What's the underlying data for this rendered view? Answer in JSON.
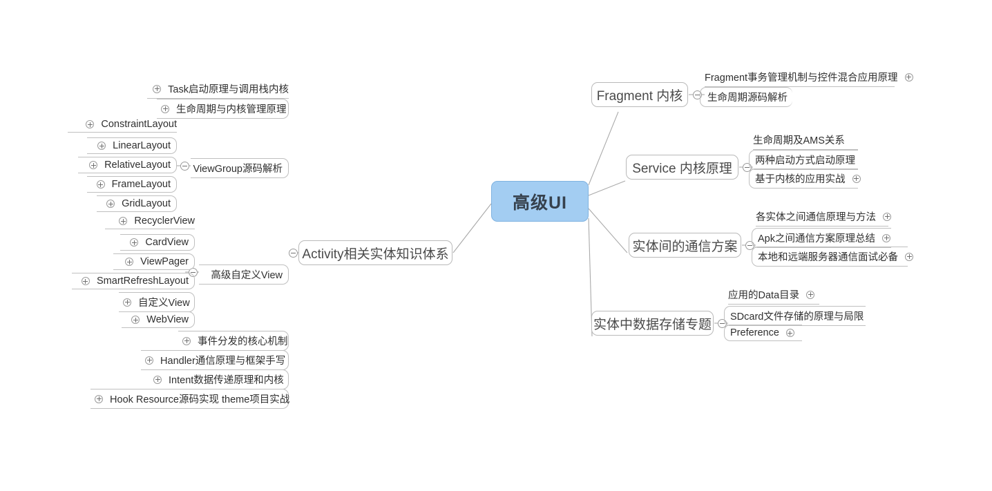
{
  "root": {
    "label": "高级UI",
    "fill": "#a3cdf2",
    "border": "#7fb2e0"
  },
  "icons": {
    "expand": "plus-circle-icon",
    "collapse": "minus-circle-icon"
  },
  "right_branches": [
    {
      "title": "Fragment 内核",
      "toggle": "collapse",
      "children": [
        {
          "label": "Fragment事务管理机制与控件混合应用原理",
          "toggle": "expand"
        },
        {
          "label": "生命周期源码解析",
          "toggle": "none"
        }
      ]
    },
    {
      "title": "Service 内核原理",
      "toggle": "collapse",
      "children": [
        {
          "label": "生命周期及AMS关系",
          "toggle": "none"
        },
        {
          "label": "两种启动方式启动原理",
          "toggle": "none"
        },
        {
          "label": "基于内核的应用实战",
          "toggle": "expand"
        }
      ]
    },
    {
      "title": "实体间的通信方案",
      "toggle": "collapse",
      "children": [
        {
          "label": "各实体之间通信原理与方法",
          "toggle": "expand"
        },
        {
          "label": "Apk之间通信方案原理总结",
          "toggle": "expand"
        },
        {
          "label": "本地和远端服务器通信面试必备",
          "toggle": "expand"
        }
      ]
    },
    {
      "title": "实体中数据存储专题",
      "toggle": "collapse",
      "children": [
        {
          "label": "应用的Data目录",
          "toggle": "expand"
        },
        {
          "label": "SDcard文件存储的原理与局限",
          "toggle": "none"
        },
        {
          "label": "Preference",
          "toggle": "expand"
        }
      ]
    }
  ],
  "left_branch": {
    "title": "Activity相关实体知识体系",
    "toggle": "collapse",
    "children": [
      {
        "label": "Task启动原理与调用栈内核",
        "toggle": "expand"
      },
      {
        "label": "生命周期与内核管理原理",
        "toggle": "expand"
      },
      {
        "label": "ViewGroup源码解析",
        "toggle": "collapse",
        "children": [
          {
            "label": "ConstraintLayout",
            "toggle": "expand"
          },
          {
            "label": "LinearLayout",
            "toggle": "expand"
          },
          {
            "label": "RelativeLayout",
            "toggle": "expand"
          },
          {
            "label": "FrameLayout",
            "toggle": "expand"
          },
          {
            "label": "GridLayout",
            "toggle": "expand"
          }
        ]
      },
      {
        "label": "高级自定义View",
        "toggle": "collapse",
        "children": [
          {
            "label": "RecyclerView",
            "toggle": "expand"
          },
          {
            "label": "CardView",
            "toggle": "expand"
          },
          {
            "label": "ViewPager",
            "toggle": "expand"
          },
          {
            "label": "SmartRefreshLayout",
            "toggle": "expand"
          },
          {
            "label": "自定义View",
            "toggle": "expand"
          },
          {
            "label": "WebView",
            "toggle": "expand"
          }
        ]
      },
      {
        "label": "事件分发的核心机制",
        "toggle": "expand"
      },
      {
        "label": "Handler通信原理与框架手写",
        "toggle": "expand"
      },
      {
        "label": "Intent数据传递原理和内核",
        "toggle": "expand"
      },
      {
        "label": "Hook Resource源码实现 theme项目实战",
        "toggle": "expand"
      }
    ]
  }
}
